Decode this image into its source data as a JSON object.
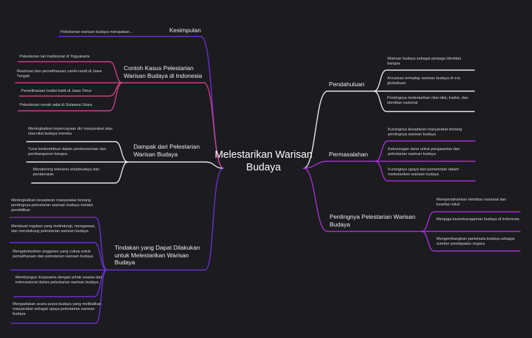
{
  "central": "Melestarikan Warisan Budaya",
  "colors": {
    "background": "#1c1c20",
    "white": "#ececec",
    "pink": "#d23d86",
    "purple": "#6b2fd4",
    "magenta": "#a62fd6"
  },
  "branches": [
    {
      "label": "Pendahuluan",
      "leaves": [
        "Warisan budaya sebagai penjaga identitas bangsa",
        "Ancaman terhadap warisan budaya di era globalisasi",
        "Pentingnya melestarikan nilai-nilai, tradisi, dan identitas nasional"
      ]
    },
    {
      "label": "Permasalahan",
      "leaves": [
        "Kurangnya kesadaran masyarakat tentang pentingnya warisan budaya",
        "Kekurangan dana untuk pengawetan dan pelestarian warisan budaya",
        "Kurangnya upaya dari pemerintah dalam melestarikan warisan budaya"
      ]
    },
    {
      "label": "Pentingnya Pelestarian Warisan Budaya",
      "leaves": [
        "Mempertahankan identitas nasional dan kearifan lokal",
        "Menjaga keanekaragaman budaya di Indonesia",
        "Mengembangkan pariwisata budaya sebagai sumber pendapatan negara"
      ]
    },
    {
      "label": "Kesimpulan",
      "leaves": [
        "Pelestarian warisan budaya merupakan..."
      ]
    },
    {
      "label": "Contoh Kasus Pelestarian Warisan Budaya di Indonesia",
      "leaves": [
        "Pelestarian tari tradisional di Yogyakarta",
        "Restorasi dan pemeliharaan candi-candi di Jawa Tengah",
        "Pemeliharaan tradisi batik di Jawa Timur",
        "Pelestarian rumah adat di Sulawesi Utara"
      ]
    },
    {
      "label": "Dampak dari Pelestarian Warisan Budaya",
      "leaves": [
        "Meningkatkan kepercayaan diri masyarakat atas nilai-nilai budaya mereka",
        "Turut berkontribusi dalam perekonomian dan pembangunan bangsa",
        "Mendorong toleransi antarbudaya dan perdamaian"
      ]
    },
    {
      "label": "Tindakan yang Dapat Dilakukan untuk Melestarikan Warisan Budaya",
      "leaves": [
        "Meningkatkan kesadaran masyarakat tentang pentingnya pelestarian warisan budaya melalui pendidikan",
        "Membuat regulasi yang melindungi, mengawasi, dan mendukung pelestarian warisan budaya",
        "Mengalokasikan anggaran yang cukup untuk pemeliharaan dan pelestarian warisan budaya",
        "Membangun kerjasama dengan pihak swasta dan internasional dalam pelestarian warisan budaya",
        "Mengadakan acara-acara budaya yang melibatkan masyarakat sebagai upaya pelestarian warisan budaya"
      ]
    }
  ]
}
